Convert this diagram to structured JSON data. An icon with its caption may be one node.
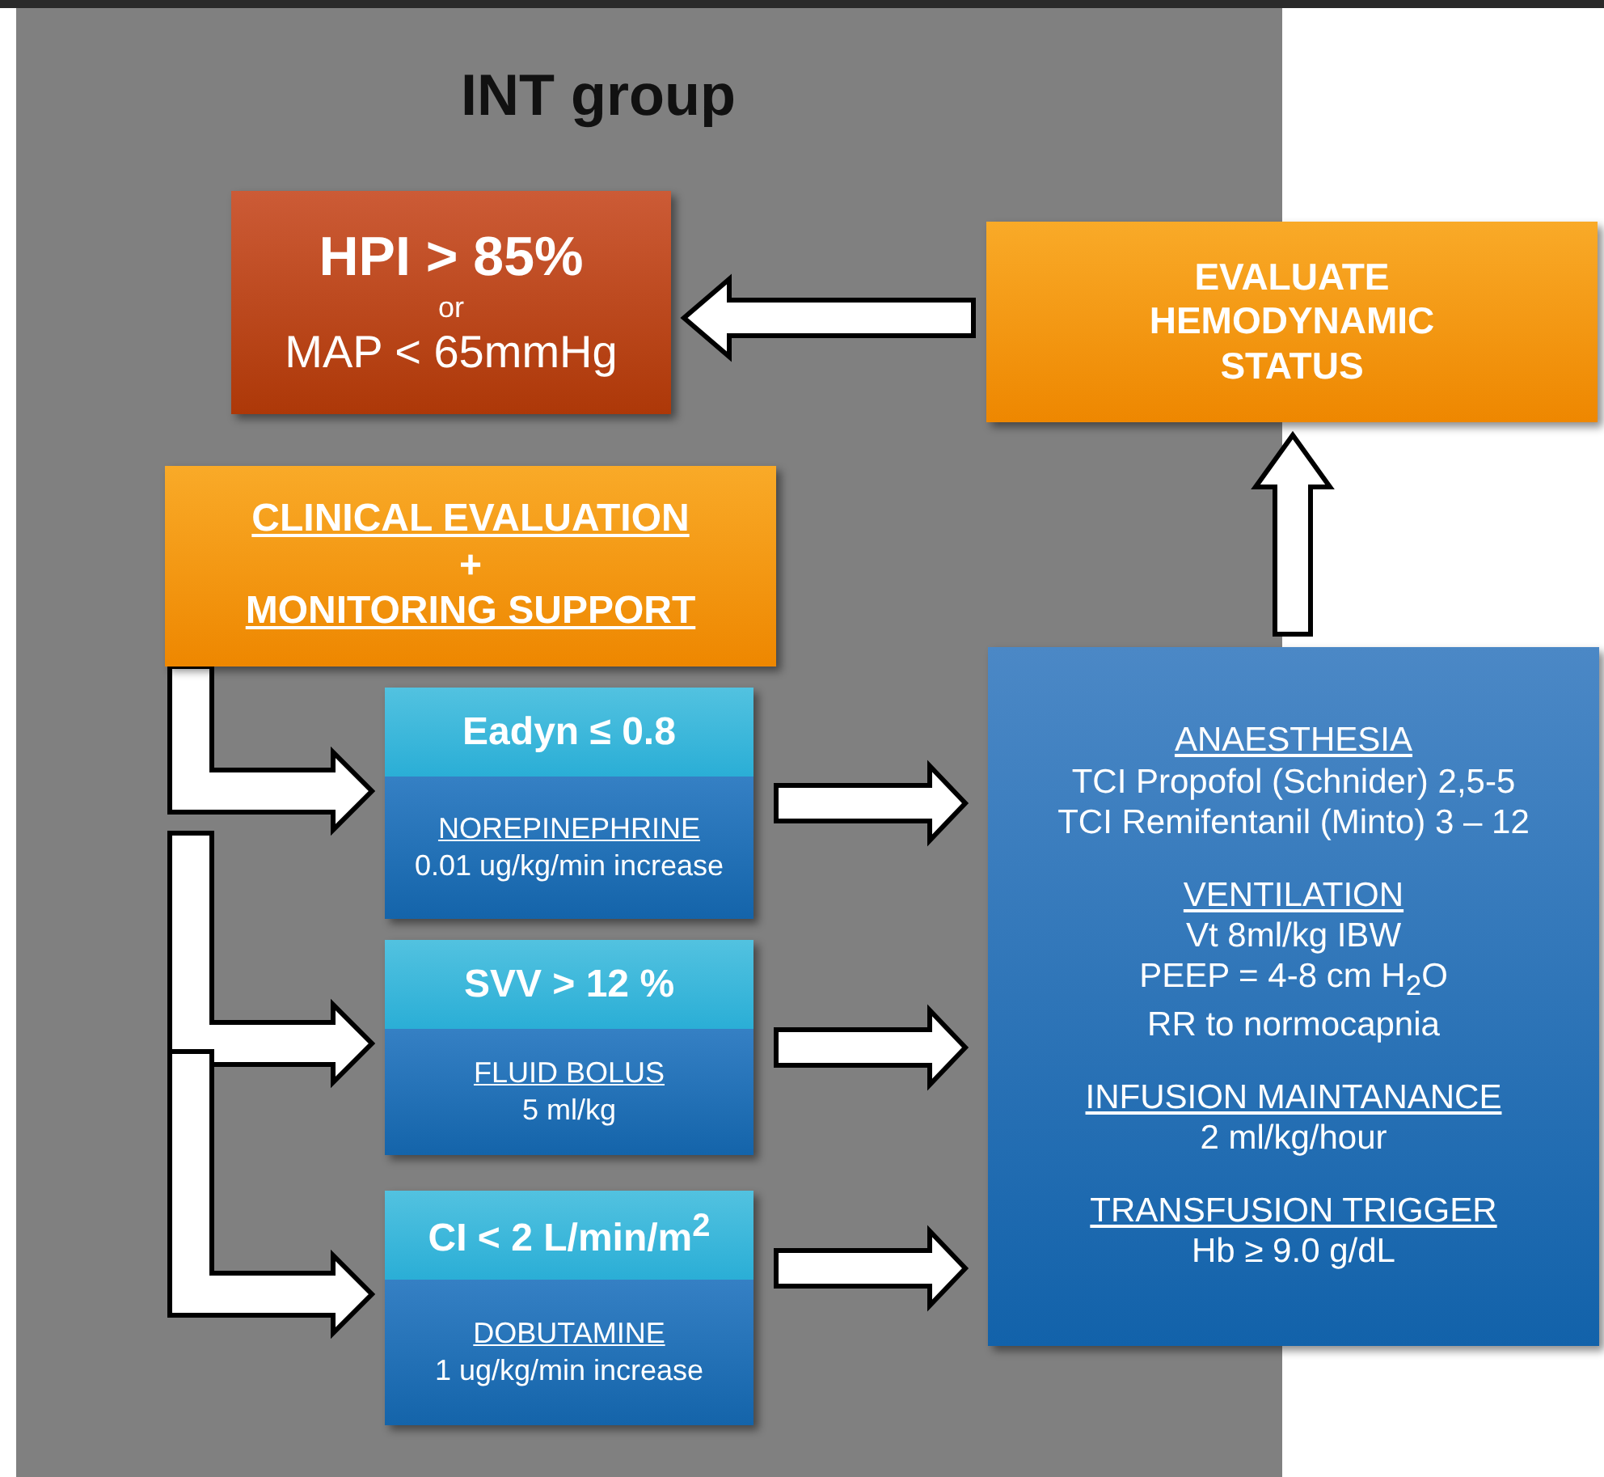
{
  "diagram": {
    "title": "INT group",
    "nodes": [
      {
        "text": [
          "HPI > 85%",
          "or",
          "MAP < 65mmHg"
        ]
      },
      {
        "text": [
          "EVALUATE HEMODYNAMIC STATUS"
        ]
      },
      {
        "text": [
          "CLINICAL EVALUATION",
          "+",
          "MONITORING SUPPORT"
        ]
      },
      {
        "text": [
          "Eadyn ≤ 0.8",
          "NOREPINEPHRINE",
          "0.01 ug/kg/min increase"
        ]
      },
      {
        "text": [
          "SVV > 12 %",
          "FLUID BOLUS",
          "5 ml/kg"
        ]
      },
      {
        "text": [
          "CI < 2 L/min/m$^{2}$",
          "DOBUTAMINE",
          "1 ug/kg/min increase"
        ]
      },
      {
        "text": [
          "ANAESTHESIA",
          "TCI Propofol (Schnider) 2,5-5",
          "TCI Remifentanil (Minto) 3 – 12",
          "VENTILATION",
          "Vt 8ml/kg IBW",
          "PEEP = 4-8 cm H$_{2}$O",
          "RR to normocapnia",
          "INFUSION MAINTANANCE",
          "2 ml/kg/hour",
          "TRANSFUSION TRIGGER",
          "Hb ≥ 9.0 g/dL"
        ]
      }
    ],
    "edges": [
      {
        "from": 1,
        "to": 0,
        "arrow": "to"
      },
      {
        "from": 6,
        "to": 1,
        "arrow": "to"
      },
      {
        "from": 2,
        "to": 3,
        "arrow": "to"
      },
      {
        "from": null,
        "to": 4,
        "arrow": "to"
      },
      {
        "from": null,
        "to": 5,
        "arrow": "to"
      },
      {
        "from": 3,
        "to": 6,
        "arrow": "to"
      },
      {
        "from": 4,
        "to": 6,
        "arrow": "to"
      },
      {
        "from": 5,
        "to": 6,
        "arrow": "to"
      }
    ]
  }
}
